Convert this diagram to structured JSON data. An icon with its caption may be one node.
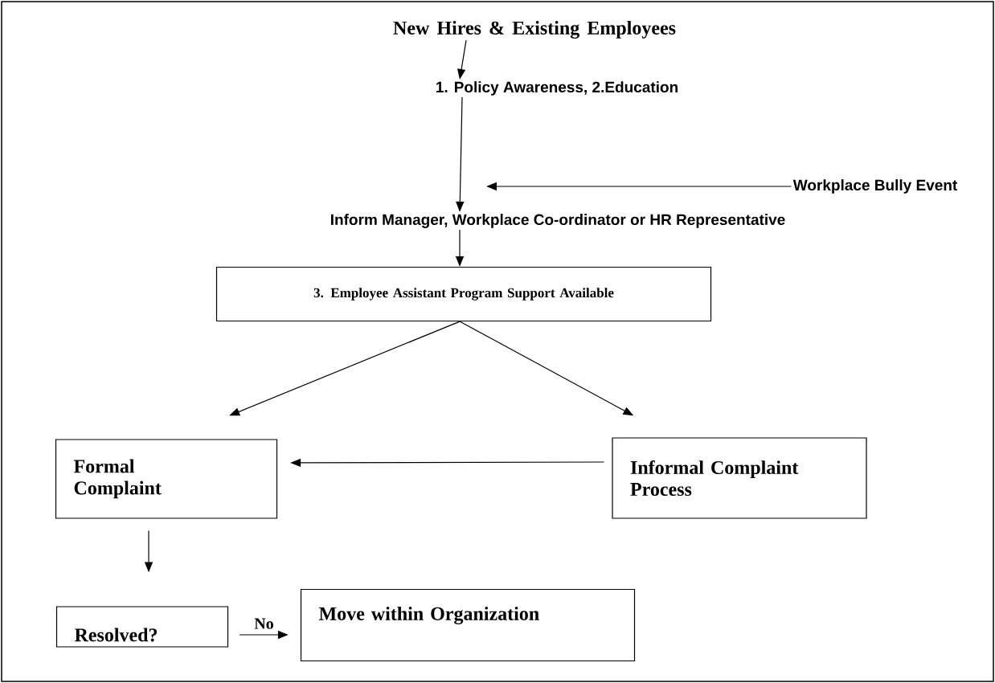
{
  "diagram": {
    "nodes": [
      {
        "text": [
          "New Hires & Existing Employees"
        ]
      },
      {
        "text": [
          "1. Policy Awareness, 2.Education"
        ]
      },
      {
        "text": [
          "Inform Manager, Workplace Co-ordinator or HR Representative"
        ]
      },
      {
        "text": [
          "Workplace Bully Event"
        ]
      },
      {
        "text": [
          "3. Employee Assistant Program Support Available"
        ]
      },
      {
        "text": [
          "Formal Complaint"
        ]
      },
      {
        "text": [
          "Informal Complaint Process"
        ]
      },
      {
        "text": [
          "Resolved?"
        ]
      },
      {
        "text": [
          "Move within Organization"
        ]
      }
    ],
    "edges": [
      {
        "from": 0,
        "to": 1,
        "arrow": "to"
      },
      {
        "from": 1,
        "to": 2,
        "arrow": "to"
      },
      {
        "from": 3,
        "to": null,
        "arrow": "to"
      },
      {
        "from": 2,
        "to": 4,
        "arrow": "to"
      },
      {
        "from": 4,
        "to": 5,
        "arrow": "to"
      },
      {
        "from": 4,
        "to": 6,
        "arrow": "to"
      },
      {
        "from": 6,
        "to": 5,
        "arrow": "to"
      },
      {
        "from": 5,
        "to": 7,
        "arrow": "to"
      },
      {
        "from": 7,
        "to": 8,
        "arrow": "to",
        "label": "No"
      }
    ]
  }
}
